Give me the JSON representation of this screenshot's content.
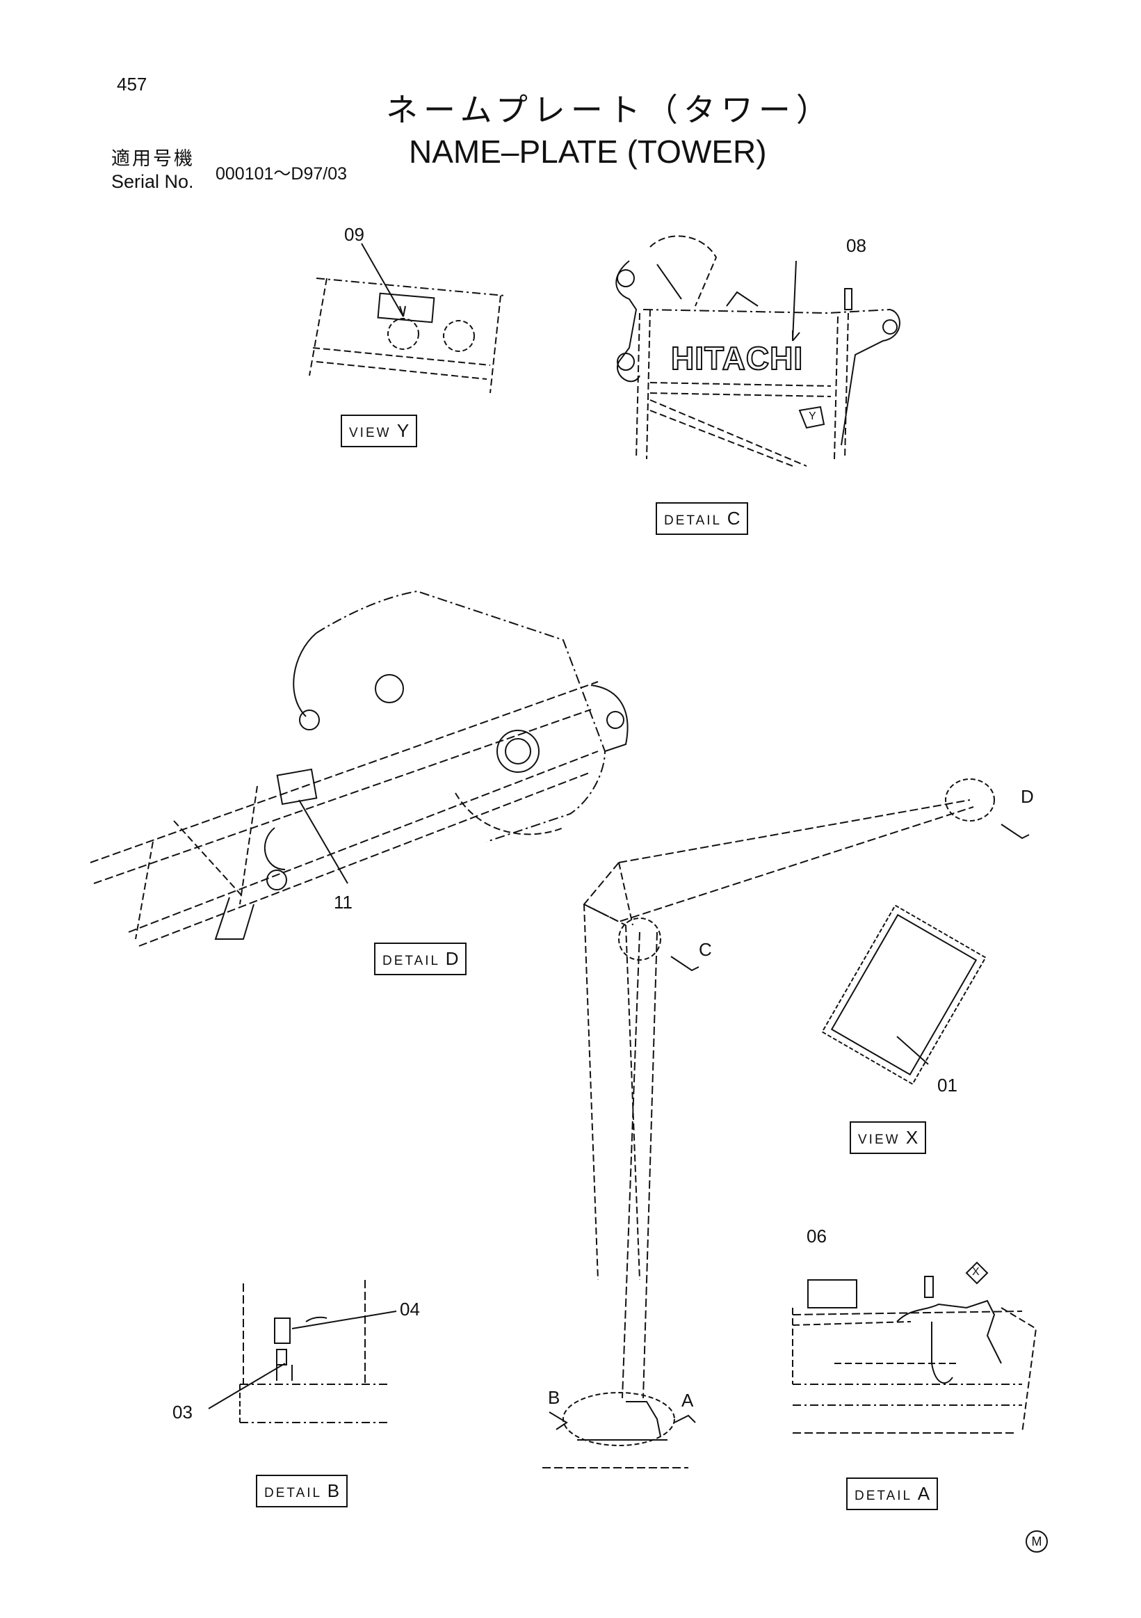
{
  "header": {
    "page_number": "457",
    "title_ja": "ネームプレート（タワー）",
    "title_en": "NAME–PLATE (TOWER)",
    "serial_label_ja": "適用号機",
    "serial_label_en": "Serial No.",
    "serial_range": "000101～D97/03"
  },
  "views": {
    "view_y": {
      "label": "VIEW ",
      "letter": "Y"
    },
    "detail_c": {
      "label": "DETAIL ",
      "letter": "C"
    },
    "detail_d": {
      "label": "DETAIL ",
      "letter": "D"
    },
    "view_x": {
      "label": "VIEW ",
      "letter": "X"
    },
    "detail_b": {
      "label": "DETAIL ",
      "letter": "B"
    },
    "detail_a": {
      "label": "DETAIL ",
      "letter": "A"
    }
  },
  "callouts": {
    "p09": "09",
    "p08": "08",
    "p11": "11",
    "p01": "01",
    "p04": "04",
    "p03": "03",
    "p06": "06"
  },
  "markers": {
    "d": "D",
    "c": "C",
    "b": "B",
    "a": "A",
    "y": "Y",
    "x": "X"
  },
  "brand_plate": "HITACHI",
  "footer_mark": "M"
}
